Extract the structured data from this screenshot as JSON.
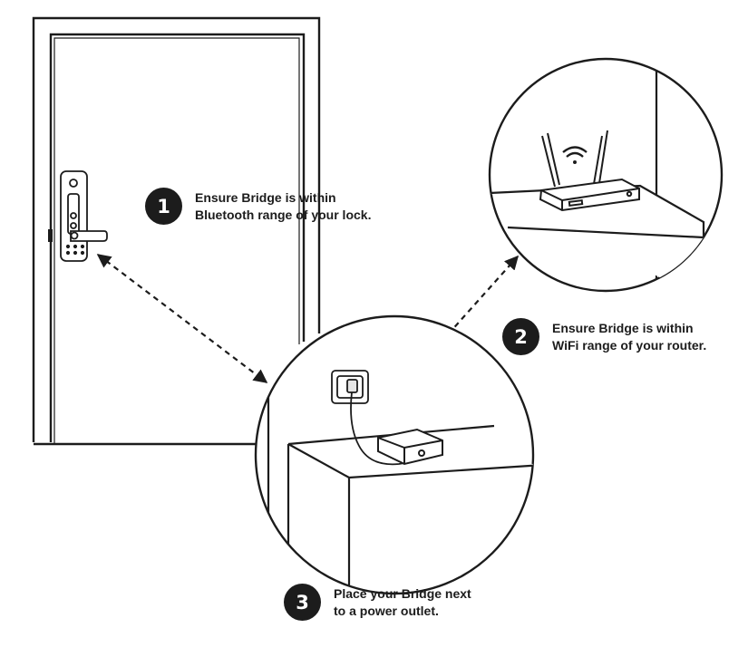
{
  "steps": [
    {
      "number": "1",
      "line1": "Ensure Bridge is within",
      "line2": "Bluetooth range of your lock."
    },
    {
      "number": "2",
      "line1": "Ensure Bridge is within",
      "line2": "WiFi range of your router."
    },
    {
      "number": "3",
      "line1": "Place your Bridge next",
      "line2": "to a power outlet."
    }
  ],
  "colors": {
    "ink": "#1c1c1c",
    "background": "#ffffff"
  }
}
